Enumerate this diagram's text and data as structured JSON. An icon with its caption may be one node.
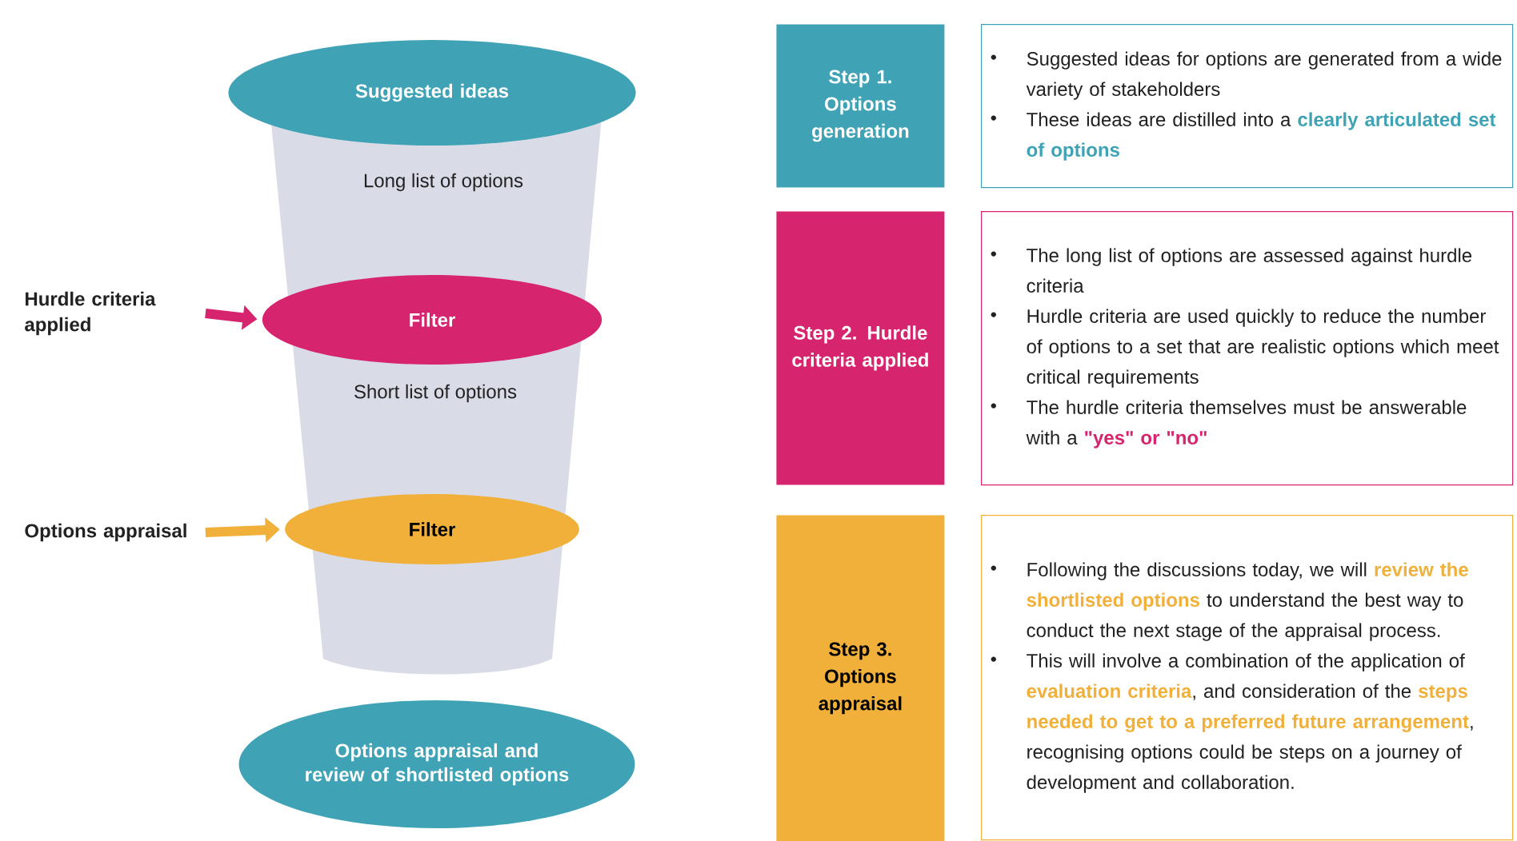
{
  "diagram": {
    "nodes": [
      {
        "text": [
          "Suggested ideas"
        ]
      },
      {
        "text": [
          "Filter"
        ]
      },
      {
        "text": [
          "Filter"
        ]
      },
      {
        "text": [
          "Options appraisal and review of shortlisted options"
        ]
      },
      {
        "text": [
          "Hurdle criteria applied"
        ]
      },
      {
        "text": [
          "Options appraisal"
        ]
      },
      {
        "text": [
          "Step 1. Options generation"
        ]
      },
      {
        "text": [
          "Suggested ideas for options are generated from a wide variety of stakeholders",
          "These ideas are distilled into a **clearly articulated set of options**"
        ]
      },
      {
        "text": [
          "Step 2. Hurdle criteria applied"
        ]
      },
      {
        "text": [
          "The long list of options are assessed against hurdle criteria",
          "Hurdle criteria are used quickly to reduce the number of options to a set that are realistic options which meet critical requirements",
          "The hurdle criteria themselves must be answerable with a **\"yes\" or \"no\"**"
        ]
      },
      {
        "text": [
          "Step 3. Options appraisal"
        ]
      },
      {
        "text": [
          "Following the discussions today, we will **review the shortlisted options** to understand the best way to conduct the next stage of the appraisal process.",
          "This will involve a combination of the application of **evaluation criteria**, and consideration of the **steps needed to get to a preferred future arrangement**, recognising options could be steps on a journey of development and collaboration."
        ]
      }
    ],
    "edges": [
      {
        "from": 4,
        "to": 1,
        "arrow": "to",
        "color": "#d6246e"
      },
      {
        "from": 5,
        "to": 2,
        "arrow": "to",
        "color": "#f0b03a"
      }
    ],
    "labels": [
      "Long list of options",
      "Short list of options"
    ]
  }
}
